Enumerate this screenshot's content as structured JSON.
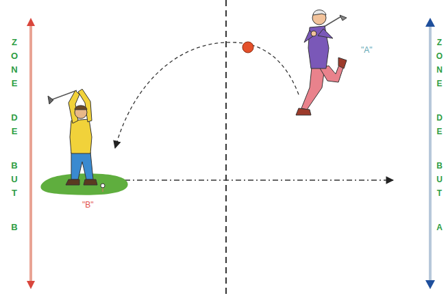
{
  "diagram": {
    "labels": [
      "ZONE DE BUT B",
      "\"A\"",
      "\"B\"",
      "ZONE DE BUT A"
    ]
  }
}
